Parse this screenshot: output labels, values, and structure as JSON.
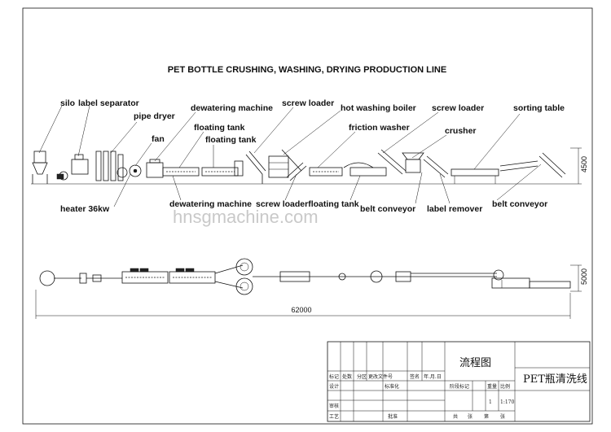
{
  "title": "PET BOTTLE CRUSHING, WASHING, DRYING PRODUCTION LINE",
  "labels_top": {
    "silo": "silo",
    "label_separator": "label separator",
    "pipe_dryer": "pipe dryer",
    "dewatering_machine": "dewatering machine",
    "screw_loader_1": "screw loader",
    "hot_washing_boiler": "hot washing boiler",
    "screw_loader_2": "screw loader",
    "sorting_table": "sorting table",
    "fan": "fan",
    "floating_tank_1": "floating tank",
    "floating_tank_2": "floating tank",
    "friction_washer": "friction washer",
    "crusher": "crusher"
  },
  "labels_bottom": {
    "heater": "heater 36kw",
    "dewatering_machine": "dewatering machine",
    "screw_loader_floating_tank": "screw loaderfloating tank",
    "belt_conveyor_1": "belt conveyor",
    "label_remover": "label remover",
    "belt_conveyor_2": "belt conveyor"
  },
  "dimensions": {
    "height_side": "4500",
    "width_plan": "5000",
    "length_total": "62000"
  },
  "watermark": "hnsgmachine.com",
  "title_block": {
    "drawing_name": "流程图",
    "product_name": "PET瓶清洗线",
    "stage_mark": "阶段标记",
    "weight": "重量",
    "scale_label": "比例",
    "scale_value": "1:170",
    "sheet_count": "1",
    "total_sheets": "共",
    "sheet": "张",
    "no": "第",
    "zhang": "张",
    "mark": "标记",
    "count": "处数",
    "zone": "分区",
    "change_doc": "更改文件号",
    "signature": "签名",
    "date": "年.月.日",
    "design": "设计",
    "standardize": "标准化",
    "review": "审核",
    "process": "工艺",
    "approve": "批准"
  }
}
